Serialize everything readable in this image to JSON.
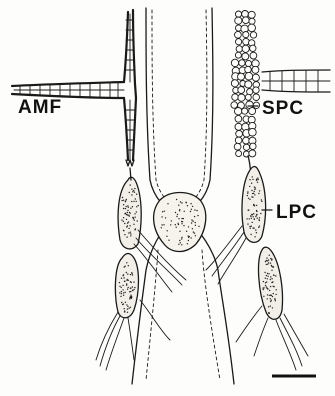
{
  "labels": {
    "amf": "AMF",
    "spc": "SPC",
    "lpc": "LPC"
  },
  "colors": {
    "ink": "#1a1a1a",
    "paper": "#fdfdfb"
  }
}
